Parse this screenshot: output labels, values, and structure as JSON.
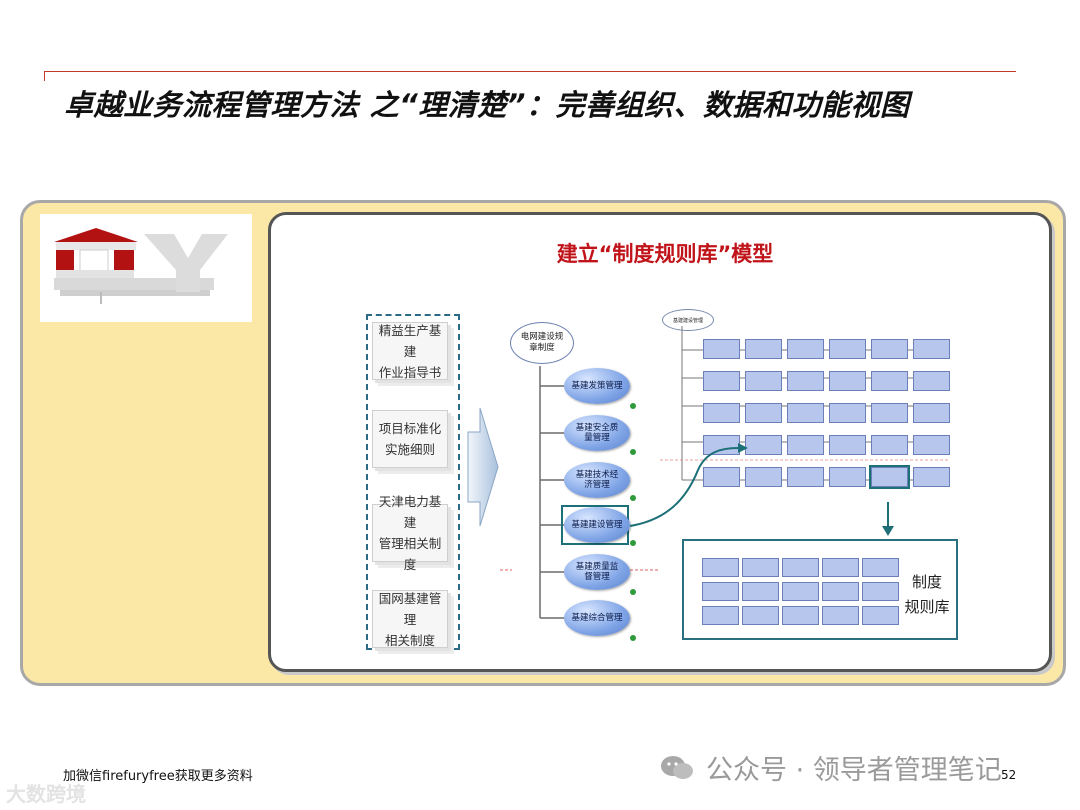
{
  "slide": {
    "title": "卓越业务流程管理方法 之“理清楚”：完善组织、数据和功能视图",
    "page_number": "52"
  },
  "diagram": {
    "title": "建立“制度规则库”模型",
    "sources": [
      {
        "line1": "精益生产基建",
        "line2": "作业指导书"
      },
      {
        "line1": "项目标准化",
        "line2": "实施细则"
      },
      {
        "line1": "天津电力基建",
        "line2": "管理相关制度"
      },
      {
        "line1": "国网基建管理",
        "line2": "相关制度"
      }
    ],
    "tree_root": {
      "line1": "电网建设规",
      "line2": "章制度"
    },
    "tree_nodes": [
      {
        "line1": "基建发策管理",
        "line2": ""
      },
      {
        "line1": "基建安全质",
        "line2": "量管理"
      },
      {
        "line1": "基建技术经",
        "line2": "济管理"
      },
      {
        "line1": "基建建设管理",
        "line2": ""
      },
      {
        "line1": "基建质量监",
        "line2": "督管理"
      },
      {
        "line1": "基建综合管理",
        "line2": ""
      }
    ],
    "grid_root": "基建建设管理",
    "repository_label": {
      "line1": "制度",
      "line2": "规则库"
    },
    "highlight_color": "#1d6f78",
    "node_color": "#7fa4e6"
  },
  "footer": {
    "wechat_text": "加微信firefuryfree获取更多资料",
    "watermark": "公众号 · 领导者管理笔记",
    "corner_watermark": "大数跨境"
  }
}
